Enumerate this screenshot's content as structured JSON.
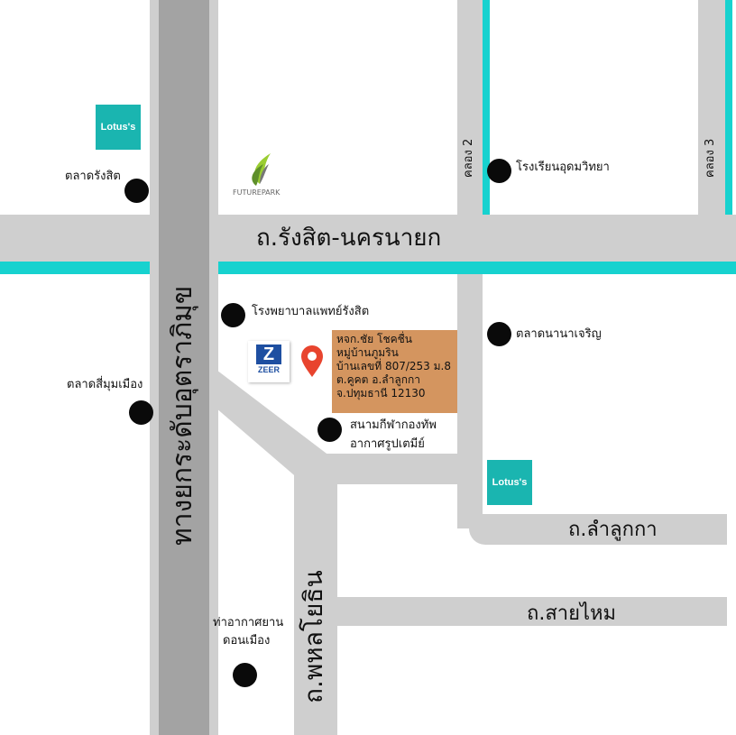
{
  "roads": {
    "main_highway": "ทางยกระดับอุตราภิมุข",
    "rangsit_nakhonnayok": "ถ.รังสิต-นครนายก",
    "phahonyothin": "ถ.พหลโยธิน",
    "lamlukka": "ถ.ลำลูกกา",
    "saimai": "ถ.สายไหม",
    "khlong2": "คลอง 2",
    "khlong3": "คลอง 3"
  },
  "pois": {
    "lotus_logo_text": "Lotus's",
    "future_park": "FUTUREPARK",
    "talat_rangsit": "ตลาดรังสิต",
    "school": "โรงเรียนอุดมวิทยา",
    "hospital": "โรงพยาบาลแพทย์รังสิต",
    "talat_nana": "ตลาดนานาเจริญ",
    "talat_simum": "ตลาดสี่มุมเมือง",
    "stadium_line1": "สนามกีฬากองทัพ",
    "stadium_line2": "อากาศรูปเตมีย์",
    "airport_line1": "ท่าอากาศยาน",
    "airport_line2": "ดอนเมือง"
  },
  "zeer": {
    "letter": "Z",
    "name": "ZEER"
  },
  "address": {
    "line1": "หจก.ชัย โชคชื่น",
    "line2": "หมู่บ้านภูมริน",
    "line3": "บ้านเลขที่ 807/253 ม.8",
    "line4": "ต.คูคต อ.ลำลูกกา",
    "line5": "จ.ปทุมธานี 12130"
  },
  "colors": {
    "canal": "#17d2cf",
    "road": "#cfcfcf",
    "highway": "#a3a3a3",
    "address_box": "#d4955f",
    "lotus": "#1ab5b0",
    "pin": "#e8442e"
  }
}
